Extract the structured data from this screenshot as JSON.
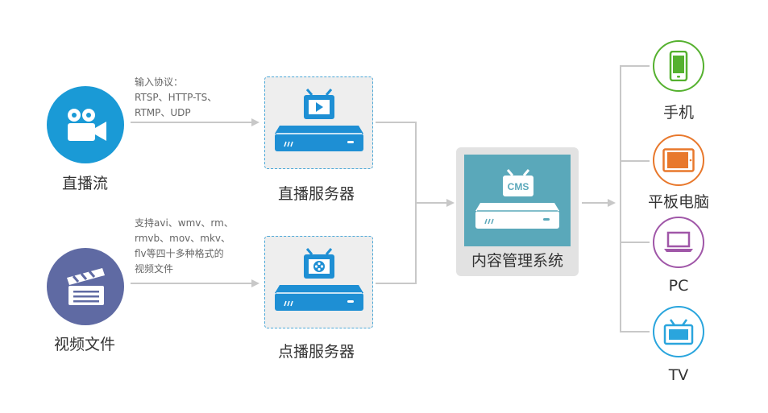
{
  "sources": {
    "live": {
      "label": "直播流",
      "icon": "video-camera-icon",
      "color": "#1a9ad6"
    },
    "file": {
      "label": "视频文件",
      "icon": "clapperboard-icon",
      "color": "#5f6aa3"
    }
  },
  "notes": {
    "live_protocols": "输入协议：\nRTSP、HTTP-TS、\nRTMP、UDP",
    "file_formats": "支持avi、wmv、rm、\nrmvb、mov、mkv、\nflv等四十多种格式的\n视频文件"
  },
  "servers": {
    "live": {
      "label": "直播服务器",
      "icon": "play-tv-icon"
    },
    "vod": {
      "label": "点播服务器",
      "icon": "film-reel-tv-icon"
    }
  },
  "cms": {
    "label": "内容管理系统",
    "badge": "CMS"
  },
  "devices": [
    {
      "label": "手机",
      "icon": "phone-icon",
      "color": "#55b12f"
    },
    {
      "label": "平板电脑",
      "icon": "tablet-icon",
      "color": "#e8782c"
    },
    {
      "label": "PC",
      "icon": "laptop-icon",
      "color": "#a057a8"
    },
    {
      "label": "TV",
      "icon": "tv-icon",
      "color": "#2aa5dd"
    }
  ],
  "colors": {
    "server_blue": "#1e8fd4",
    "connector": "#c8c8c8",
    "box_border": "#4ba8d8",
    "cms_panel": "#5aa8ba"
  }
}
